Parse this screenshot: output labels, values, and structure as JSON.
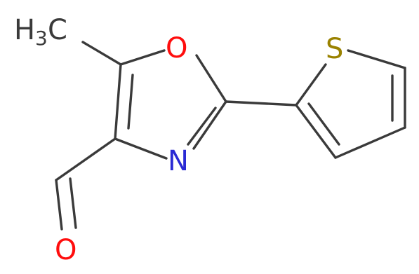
{
  "molecule": {
    "atoms": {
      "methyl": {
        "symbol": "H",
        "subscript": "3",
        "suffix": "C",
        "color": "#3a3a3a"
      },
      "ring_oxygen": {
        "symbol": "O",
        "color": "#ff0d0d"
      },
      "ring_nitrogen": {
        "symbol": "N",
        "color": "#2a2ad4"
      },
      "sulfur": {
        "symbol": "S",
        "color": "#9a8200"
      },
      "aldehyde_oxygen": {
        "symbol": "O",
        "color": "#ff0d0d"
      }
    },
    "bond_color": "#3a3a3a"
  }
}
